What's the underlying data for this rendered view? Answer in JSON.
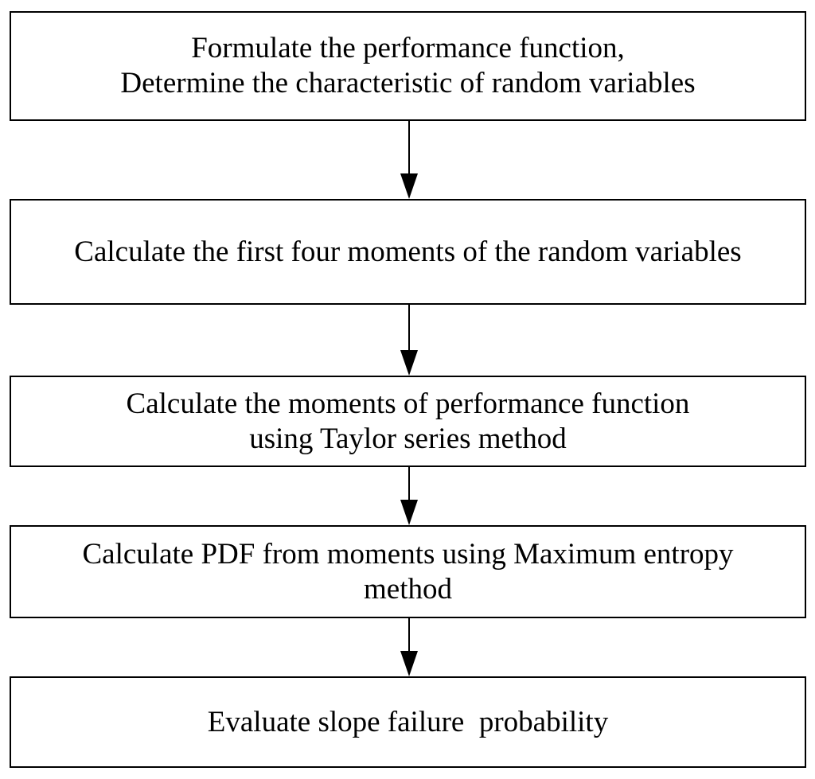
{
  "flowchart": {
    "type": "flowchart",
    "direction": "top-down",
    "colors": {
      "background": "#ffffff",
      "box_fill": "#ffffff",
      "box_border": "#000000",
      "text": "#000000",
      "arrow": "#000000"
    },
    "steps": [
      {
        "id": 1,
        "label": "Formulate the performance function,\nDetermine the characteristic of random variables"
      },
      {
        "id": 2,
        "label": "Calculate the first four moments of the random variables"
      },
      {
        "id": 3,
        "label": "Calculate the moments of performance function\nusing Taylor series method"
      },
      {
        "id": 4,
        "label": "Calculate PDF from moments using Maximum entropy\nmethod"
      },
      {
        "id": 5,
        "label": "Evaluate slope failure  probability"
      }
    ],
    "connectors": [
      {
        "from": 1,
        "to": 2,
        "style": "solid-line-filled-arrowhead"
      },
      {
        "from": 2,
        "to": 3,
        "style": "solid-line-filled-arrowhead"
      },
      {
        "from": 3,
        "to": 4,
        "style": "solid-line-filled-arrowhead"
      },
      {
        "from": 4,
        "to": 5,
        "style": "solid-line-filled-arrowhead"
      }
    ]
  }
}
